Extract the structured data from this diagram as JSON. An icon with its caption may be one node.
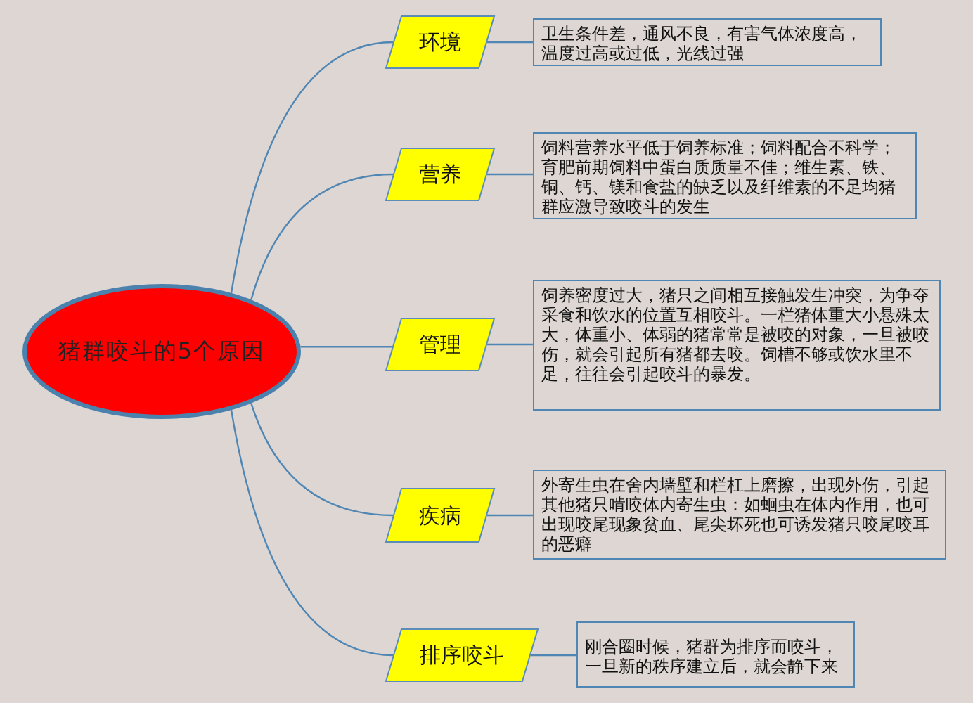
{
  "diagram": {
    "nodes": [
      {
        "text": [
          "猪群咬斗的5个原因"
        ]
      },
      {
        "text": [
          "环境"
        ]
      },
      {
        "text": [
          "卫生条件差，通风不良，有害气体浓度高，温度过高或过低，光线过强"
        ]
      },
      {
        "text": [
          "营养"
        ]
      },
      {
        "text": [
          "饲料营养水平低于饲养标准；饲料配合不科学；育肥前期饲料中蛋白质质量不佳；维生素、铁、铜、钙、镁和食盐的缺乏以及纤维素的不足均猪群应激导致咬斗的发生"
        ]
      },
      {
        "text": [
          "管理"
        ]
      },
      {
        "text": [
          "饲养密度过大，猪只之间相互接触发生冲突，为争夺采食和饮水的位置互相咬斗。一栏猪体重大小悬殊太大，体重小、体弱的猪常常是被咬的对象，一旦被咬伤，就会引起所有猪都去咬。饲槽不够或饮水里不足，往往会引起咬斗的暴发。"
        ]
      },
      {
        "text": [
          "疾病"
        ]
      },
      {
        "text": [
          "外寄生虫在舍内墙壁和栏杠上磨擦，出现外伤，引起其他猪只啃咬体内寄生虫：如蛔虫在体内作用，也可出现咬尾现象贫血、尾尖坏死也可诱发猪只咬尾咬耳的恶癖"
        ]
      },
      {
        "text": [
          "排序咬斗"
        ]
      },
      {
        "text": [
          "刚合圈时候，猪群为排序而咬斗，一旦新的秩序建立后，就会静下来"
        ]
      }
    ],
    "edges": [
      {
        "from": 0,
        "to": 1,
        "arrow": "none"
      },
      {
        "from": 1,
        "to": 2,
        "arrow": "none"
      },
      {
        "from": 0,
        "to": 3,
        "arrow": "none"
      },
      {
        "from": 3,
        "to": 4,
        "arrow": "none"
      },
      {
        "from": 0,
        "to": 5,
        "arrow": "none"
      },
      {
        "from": 5,
        "to": 6,
        "arrow": "none"
      },
      {
        "from": 0,
        "to": 7,
        "arrow": "none"
      },
      {
        "from": 7,
        "to": 8,
        "arrow": "none"
      },
      {
        "from": 0,
        "to": 9,
        "arrow": "none"
      },
      {
        "from": 9,
        "to": 10,
        "arrow": "none"
      }
    ]
  }
}
